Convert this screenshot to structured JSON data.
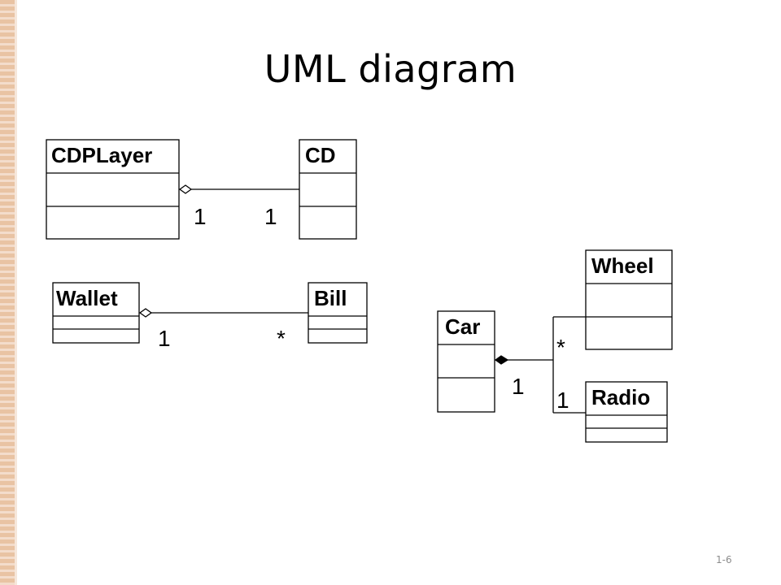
{
  "slide": {
    "title": "UML diagram",
    "page_number": "1-6"
  },
  "classes": {
    "cdplayer": "CDPLayer",
    "cd": "CD",
    "wallet": "Wallet",
    "bill": "Bill",
    "car": "Car",
    "wheel": "Wheel",
    "radio": "Radio"
  },
  "associations": {
    "cdplayer_cd": {
      "kind": "aggregation",
      "from_mult": "1",
      "to_mult": "1"
    },
    "wallet_bill": {
      "kind": "aggregation",
      "from_mult": "1",
      "to_mult": "*"
    },
    "car_wheel": {
      "kind": "composition",
      "to_mult": "*"
    },
    "car_radio": {
      "kind": "composition",
      "from_mult": "1",
      "to_mult": "1"
    }
  },
  "colors": {
    "decor_strip": "#e9c3a3",
    "slide_number": "#8c8c8c"
  }
}
